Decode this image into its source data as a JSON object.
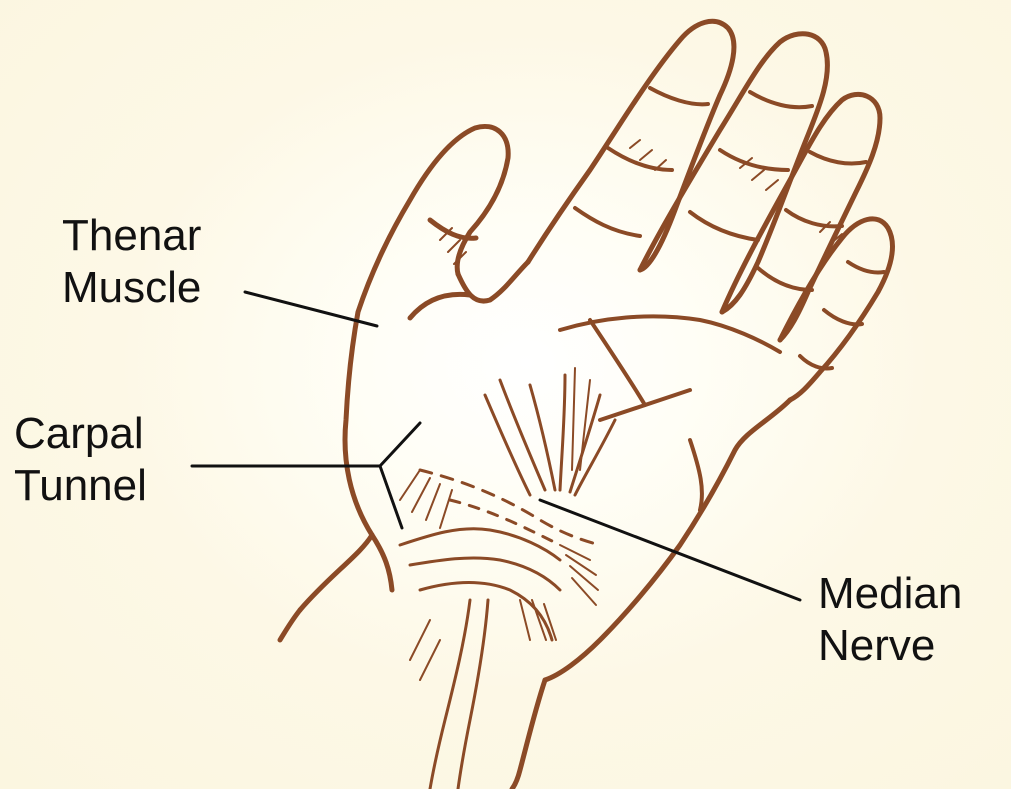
{
  "colors": {
    "background": "#fbf7e3",
    "outline": "#8b4a26",
    "leader": "#111111",
    "text": "#111111"
  },
  "labels": {
    "thenar_line1": "Thenar",
    "thenar_line2": "Muscle",
    "carpal_line1": "Carpal",
    "carpal_line2": "Tunnel",
    "median_line1": "Median",
    "median_line2": "Nerve"
  }
}
